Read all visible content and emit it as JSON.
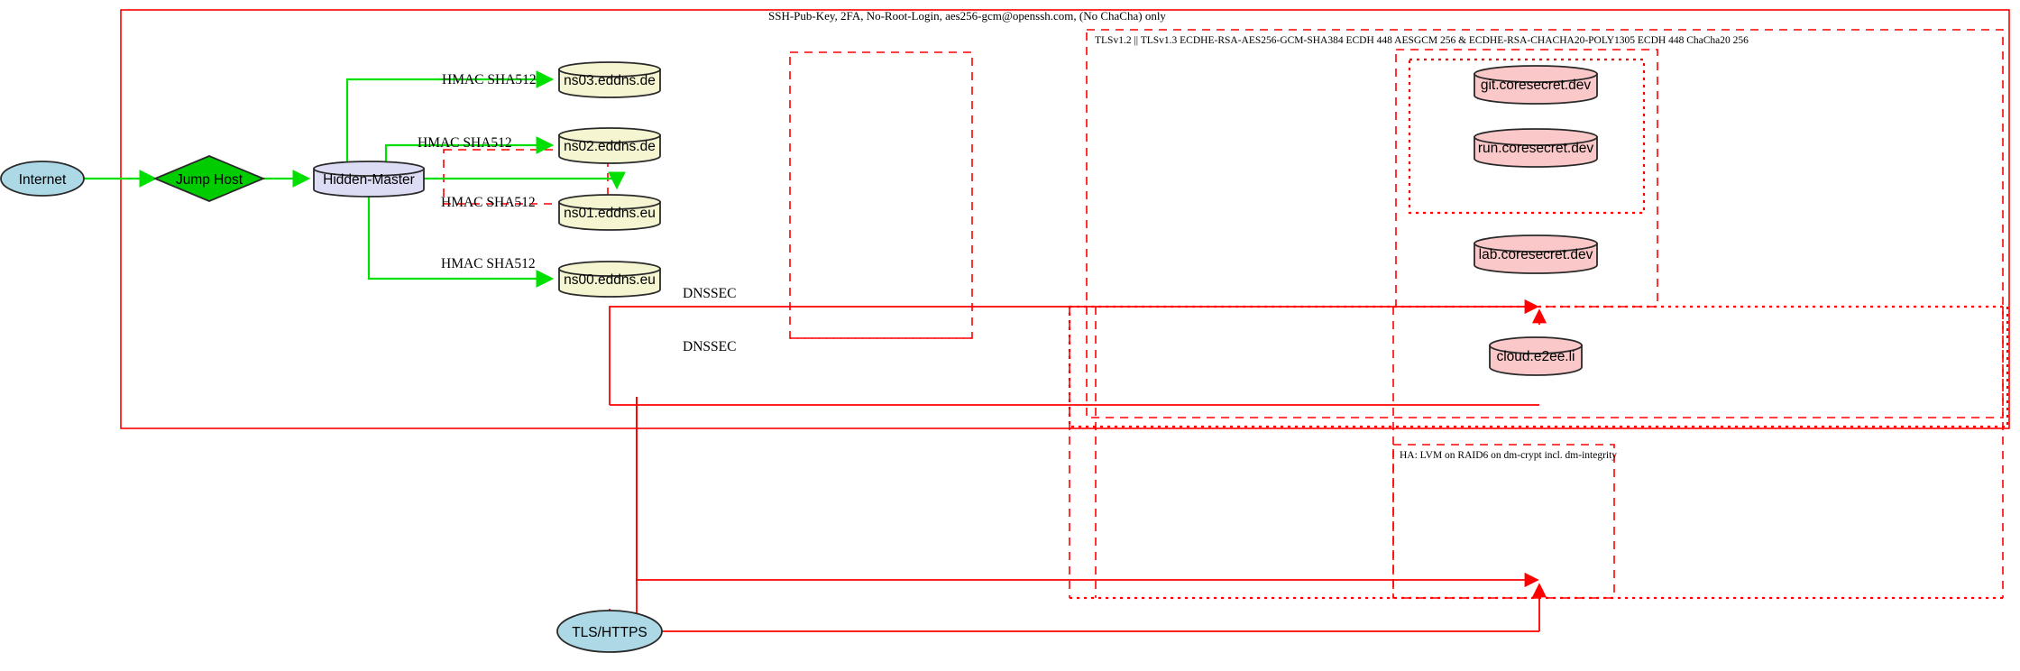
{
  "diagram": {
    "title_top": "SSH-Pub-Key, 2FA, No-Root-Login, aes256-gcm@openssh.com, (No ChaCha) only",
    "tls_zone_label": "TLSv1.2 || TLSv1.3 ECDHE-RSA-AES256-GCM-SHA384 ECDH 448 AESGCM 256 & ECDHE-RSA-CHACHA20-POLY1305 ECDH 448 ChaCha20 256",
    "ha_zone_label": "HA: LVM on RAID6 on dm-crypt incl. dm-integrity"
  },
  "nodes": {
    "internet": {
      "label": "Internet",
      "shape": "ellipse",
      "color": "#add8e6"
    },
    "jump_host": {
      "label": "Jump Host",
      "shape": "diamond",
      "color": "#00cc00"
    },
    "hidden_master": {
      "label": "Hidden-Master",
      "shape": "cylinder",
      "color": "#dcdcf5"
    },
    "ns03": {
      "label": "ns03.eddns.de",
      "shape": "cylinder",
      "color": "#f5f5d2"
    },
    "ns02": {
      "label": "ns02.eddns.de",
      "shape": "cylinder",
      "color": "#f5f5d2"
    },
    "ns01": {
      "label": "ns01.eddns.eu",
      "shape": "cylinder",
      "color": "#f5f5d2"
    },
    "ns00": {
      "label": "ns00.eddns.eu",
      "shape": "cylinder",
      "color": "#f5f5d2"
    },
    "git": {
      "label": "git.coresecret.dev",
      "shape": "cylinder",
      "color": "#fac8c8"
    },
    "run": {
      "label": "run.coresecret.dev",
      "shape": "cylinder",
      "color": "#fac8c8"
    },
    "lab": {
      "label": "lab.coresecret.dev",
      "shape": "cylinder",
      "color": "#fac8c8"
    },
    "cloud": {
      "label": "cloud.e2ee.li",
      "shape": "cylinder",
      "color": "#fac8c8"
    },
    "tls_https": {
      "label": "TLS/HTTPS",
      "shape": "ellipse",
      "color": "#add8e6"
    }
  },
  "edge_labels": {
    "hmac_ns03": "HMAC SHA512",
    "hmac_ns02": "HMAC SHA512",
    "hmac_ns01": "HMAC SHA512",
    "hmac_ns00": "HMAC SHA512",
    "dnssec_upper": "DNSSEC",
    "dnssec_lower": "DNSSEC"
  },
  "colors": {
    "boundary": "#ff0000",
    "green_edge": "#00e000",
    "red_edge": "#ff0000",
    "node_stroke": "#2a2a2a",
    "ellipse_fill": "#add8e6",
    "diamond_fill": "#00cc00",
    "master_fill": "#dcdcf5",
    "ns_fill": "#f5f5d2",
    "service_fill": "#fac8c8"
  }
}
